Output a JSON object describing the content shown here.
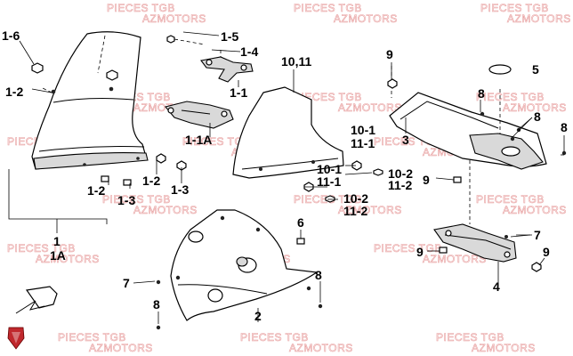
{
  "watermark": {
    "line1": "PIECES TGB",
    "line2": "AZMOTORS",
    "color": "#e8a0a0"
  },
  "brand_badge_color": "#c0282d",
  "callouts": {
    "c_1_6": "1-6",
    "c_1_2_top": "1-2",
    "c_1_5": "1-5",
    "c_1_4": "1-4",
    "c_1_1": "1-1",
    "c_1_1A": "1-1A",
    "c_10_11": "10,11",
    "c_9_top": "9",
    "c_5": "5",
    "c_8_mid": "8",
    "c_8_right_group": "8",
    "c_8_far_right": "8",
    "c_3": "3",
    "c_9_mid": "9",
    "c_10_1_a": "10-1",
    "c_11_1_a": "11-1",
    "c_10_1_b": "10-1",
    "c_11_1_b": "11-1",
    "c_10_2_a": "10-2",
    "c_11_2_a": "11-2",
    "c_10_2_b": "10-2",
    "c_11_2_b": "11-2",
    "c_1_2_left": "1-2",
    "c_1_3_left": "1-3",
    "c_1_2_right": "1-2",
    "c_1_3_right": "1-3",
    "c_1": "1",
    "c_1A": "1A",
    "c_6": "6",
    "c_7_left": "7",
    "c_8_bottom": "8",
    "c_2": "2",
    "c_7_right": "7",
    "c_9_low": "9",
    "c_9_far_right": "9",
    "c_4": "4",
    "c_8_low_right": "8"
  }
}
